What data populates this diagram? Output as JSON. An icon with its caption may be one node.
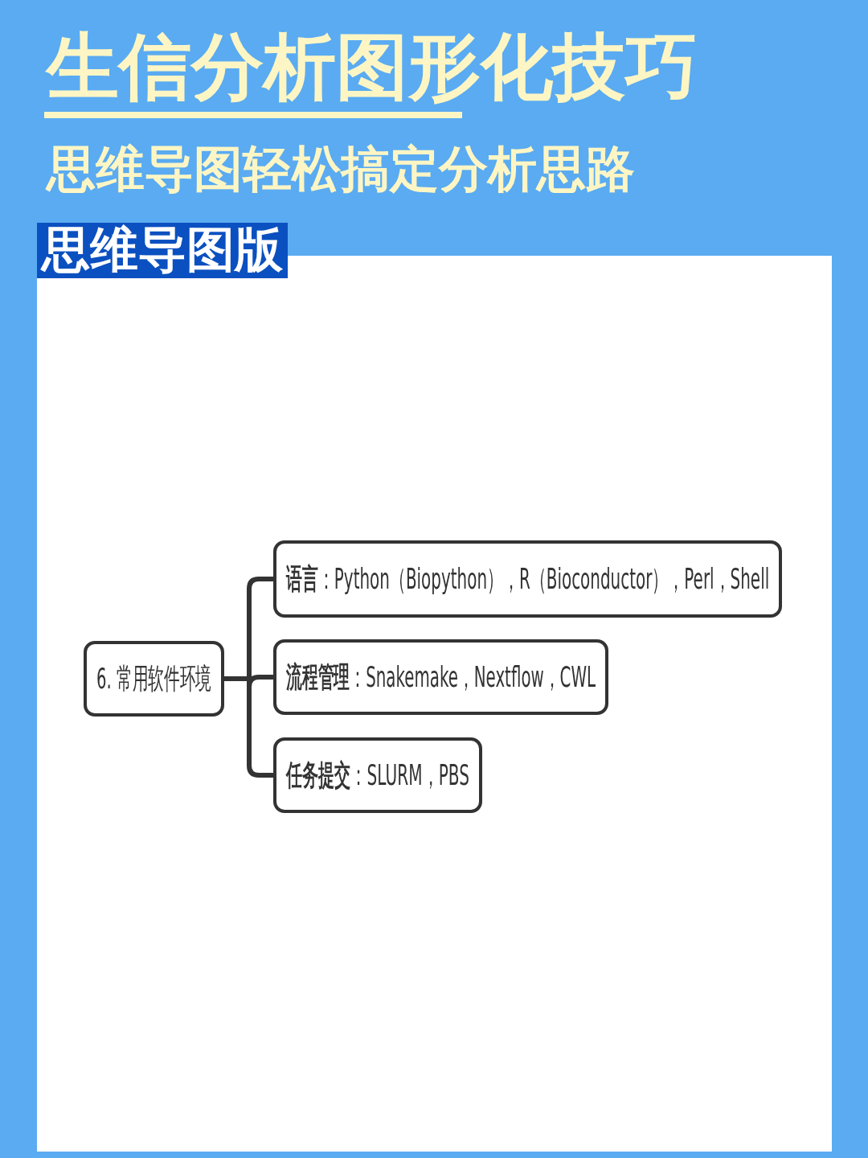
{
  "diagram": {
    "title": "生信分析图形化技巧",
    "nodes": [
      {
        "text": [
          "思维导图版"
        ]
      },
      {
        "text": [
          "6. 常用软件环境"
        ]
      },
      {
        "text": [
          "**语言**：Python（Biopython），R（Bioconductor），Perl，Shell"
        ]
      },
      {
        "text": [
          "**流程管理**：Snakemake，Nextflow，CWL"
        ]
      },
      {
        "text": [
          "**任务提交**：SLURM，PBS"
        ]
      }
    ],
    "edges": [
      {
        "from": 1,
        "to": 2,
        "arrow": "none"
      },
      {
        "from": 1,
        "to": 3,
        "arrow": "none"
      },
      {
        "from": 1,
        "to": 4,
        "arrow": "none"
      }
    ],
    "labels": [
      "思维导图轻松搞定分析思路"
    ]
  }
}
